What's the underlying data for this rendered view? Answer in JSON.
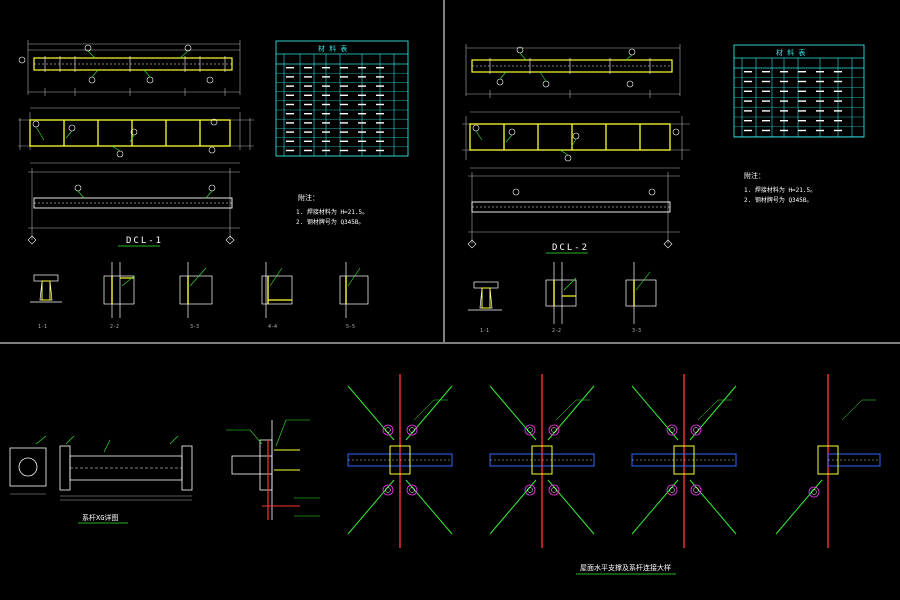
{
  "colors": {
    "background": "#000000",
    "white": "#ffffff",
    "yellow": "#ffff33",
    "cyan": "#33e0e0",
    "green": "#33ee33",
    "red": "#ff3333",
    "blue": "#3366ff",
    "magenta": "#ff33ff",
    "dim": "#b0b0b0"
  },
  "panel1": {
    "title": "DCL-1",
    "notes_heading": "附注：",
    "notes": [
      "1. 焊接材料为 H=21.5。",
      "2. 钢材牌号为 Q345B。"
    ],
    "table": {
      "title": "材 料 表",
      "rows": 11
    },
    "section_labels": [
      "1-1",
      "2-2",
      "3-3",
      "4-4",
      "5-5"
    ]
  },
  "panel2": {
    "title": "DCL-2",
    "notes_heading": "附注：",
    "notes": [
      "1. 焊接材料为 H=21.5。",
      "2. 钢材牌号为 Q345B。"
    ],
    "table": {
      "title": "材 料 表",
      "rows": 8
    },
    "section_labels": [
      "1-1",
      "2-2",
      "3-3"
    ]
  },
  "bottom": {
    "detail_title": "系杆XG详图",
    "bracing_title": "屋面水平支撑及系杆连接大样"
  }
}
